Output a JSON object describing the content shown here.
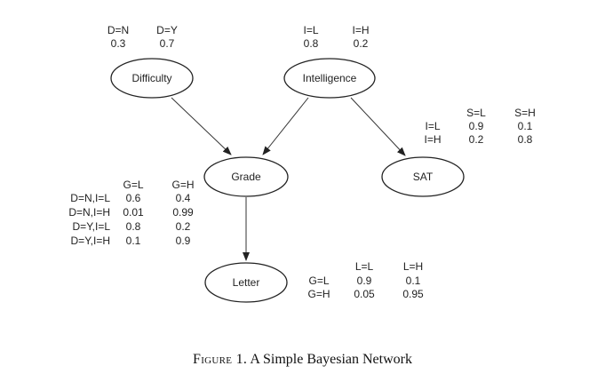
{
  "nodes": {
    "difficulty": "Difficulty",
    "intelligence": "Intelligence",
    "grade": "Grade",
    "sat": "SAT",
    "letter": "Letter"
  },
  "cpt_difficulty": {
    "headers": [
      "D=N",
      "D=Y"
    ],
    "values": [
      "0.3",
      "0.7"
    ]
  },
  "cpt_intelligence": {
    "headers": [
      "I=L",
      "I=H"
    ],
    "values": [
      "0.8",
      "0.2"
    ]
  },
  "cpt_sat": {
    "headers": [
      "S=L",
      "S=H"
    ],
    "rows": [
      {
        "label": "I=L",
        "values": [
          "0.9",
          "0.1"
        ]
      },
      {
        "label": "I=H",
        "values": [
          "0.2",
          "0.8"
        ]
      }
    ]
  },
  "cpt_grade": {
    "headers": [
      "G=L",
      "G=H"
    ],
    "rows": [
      {
        "label": "D=N,I=L",
        "values": [
          "0.6",
          "0.4"
        ]
      },
      {
        "label": "D=N,I=H",
        "values": [
          "0.01",
          "0.99"
        ]
      },
      {
        "label": "D=Y,I=L",
        "values": [
          "0.8",
          "0.2"
        ]
      },
      {
        "label": "D=Y,I=H",
        "values": [
          "0.1",
          "0.9"
        ]
      }
    ]
  },
  "cpt_letter": {
    "headers": [
      "L=L",
      "L=H"
    ],
    "rows": [
      {
        "label": "G=L",
        "values": [
          "0.9",
          "0.1"
        ]
      },
      {
        "label": "G=H",
        "values": [
          "0.05",
          "0.95"
        ]
      }
    ]
  },
  "caption": {
    "figure_label": "Figure 1.",
    "text": "A Simple Bayesian Network"
  }
}
